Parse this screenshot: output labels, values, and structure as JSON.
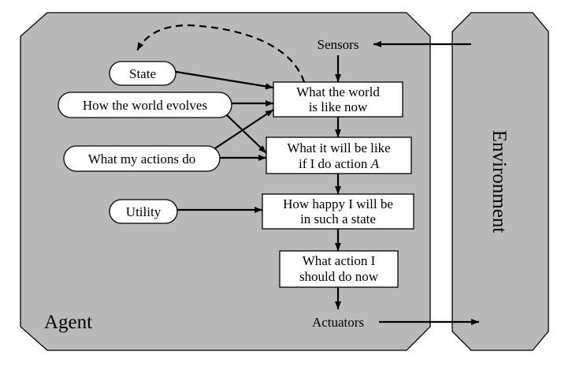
{
  "agent": {
    "label": "Agent"
  },
  "environment": {
    "label": "Environment"
  },
  "sensors": {
    "label": "Sensors"
  },
  "actuators": {
    "label": "Actuators"
  },
  "inputs": {
    "state": "State",
    "world_evolves": "How the world evolves",
    "actions_do": "What my actions do",
    "utility": "Utility"
  },
  "boxes": {
    "world_now": [
      "What the world",
      "is like now"
    ],
    "will_be_like": [
      "What it will be like",
      "if I do action "
    ],
    "will_be_like_italic": "A",
    "how_happy": [
      "How happy I will be",
      "in such a state"
    ],
    "what_action": [
      "What action I",
      "should do now"
    ]
  },
  "colors": {
    "panel": "#b9b9b9",
    "stroke": "#000000",
    "box": "#ffffff"
  }
}
